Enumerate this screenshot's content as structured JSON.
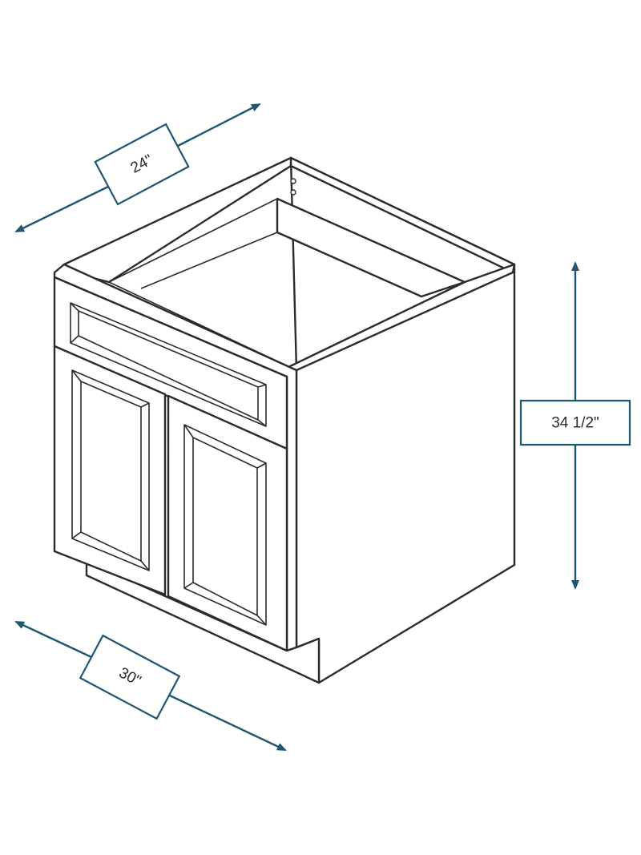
{
  "colors": {
    "dimension": "#1f5670",
    "outline": "#2b2b2b"
  },
  "dimensions": {
    "depth": "24\"",
    "height": "34 1/2\"",
    "width": "30\""
  }
}
